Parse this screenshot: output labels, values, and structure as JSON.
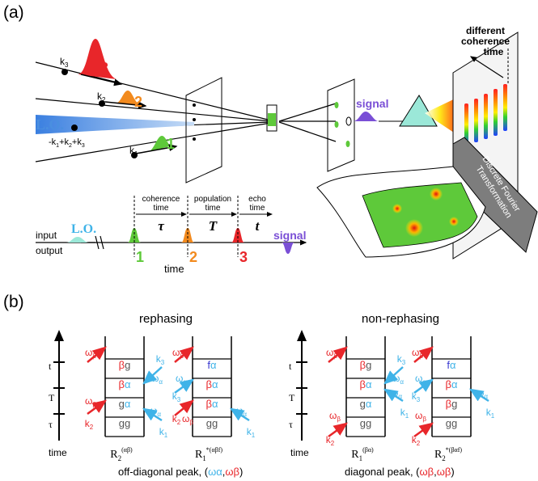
{
  "panels": {
    "a": {
      "label": "(a)",
      "beams": {
        "k3": "k",
        "k3_sub": "3",
        "k2": "k",
        "k2_sub": "2",
        "k1": "k",
        "k1_sub": "1",
        "sum_pre": "-k",
        "sum_1": "1",
        "sum_mid1": "+k",
        "sum_2": "2",
        "sum_mid2": "+k",
        "sum_3": "3",
        "lo": "L.O.",
        "pulse_nums": [
          "3",
          "2",
          "1"
        ],
        "signal": "signal"
      },
      "coherence": {
        "line1": "different",
        "line2": "coherence",
        "line3": "time"
      },
      "ft_box": {
        "line1": "Discrete Fourier",
        "line2": "Transformation"
      },
      "timeline": {
        "input": "input",
        "output": "output",
        "lo": "L.O.",
        "seg1_l1": "coherence",
        "seg1_l2": "time",
        "seg2_l1": "population",
        "seg2_l2": "time",
        "seg3_l1": "echo",
        "seg3_l2": "time",
        "tau": "τ",
        "T": "T",
        "t": "t",
        "pulses": [
          "1",
          "2",
          "3"
        ],
        "signal": "signal",
        "time": "time"
      }
    },
    "b": {
      "label": "(b)",
      "rephasing": "rephasing",
      "nonrephasing": "non-rephasing",
      "axis": {
        "t": "t",
        "T": "T",
        "tau": "τ",
        "time": "time"
      },
      "diagrams": [
        {
          "name": "R",
          "sup": "(αβ)",
          "sub": "2",
          "levels": [
            "gg",
            "gα",
            "βα",
            "βg"
          ]
        },
        {
          "name": "R",
          "sup": "*(αβf)",
          "sub": "1",
          "levels": [
            "gg",
            "βα",
            "βα",
            "fα"
          ]
        },
        {
          "name": "R",
          "sup": "(βα)",
          "sub": "1",
          "levels": [
            "gg",
            "gα",
            "βα",
            "βg"
          ]
        },
        {
          "name": "R",
          "sup": "*(βαf)",
          "sub": "2",
          "levels": [
            "gg",
            "βg",
            "βα",
            "fα"
          ]
        }
      ],
      "omega_a": "ωα",
      "omega_b": "ωβ",
      "k_labels": [
        "k1",
        "k2",
        "k3"
      ],
      "captions": {
        "off_prefix": "off-diagonal peak, (",
        "diag_prefix": "diagonal peak, (",
        "wa": "ωα",
        "wb": "ωβ",
        "comma": ",",
        "suffix": ")"
      }
    }
  },
  "colors": {
    "red": "#e8262a",
    "orange": "#f28a1e",
    "green": "#5ec93a",
    "blue": "#4a8fe0",
    "purple": "#7a4fd6",
    "cyan": "#3fb3e8",
    "teal": "#9be8d8",
    "ggray": "#555555"
  }
}
